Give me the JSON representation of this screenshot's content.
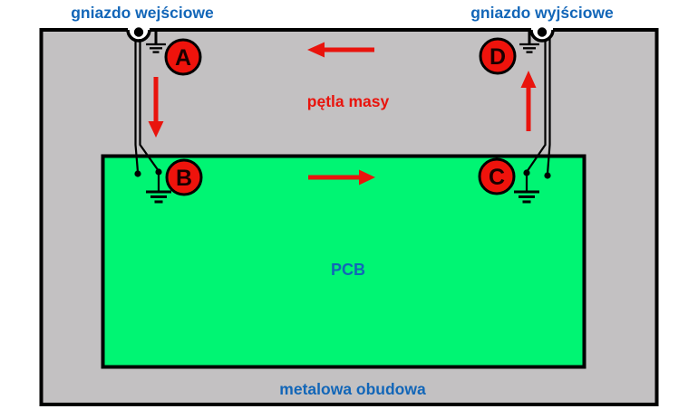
{
  "diagram": {
    "title_implicit": "ground loop in metal enclosure",
    "labels": {
      "input_socket": "gniazdo wejściowe",
      "output_socket": "gniazdo wyjściowe",
      "ground_loop": "pętla masy",
      "pcb": "PCB",
      "enclosure": "metalowa obudowa"
    },
    "nodes": [
      {
        "id": "A",
        "label": "A",
        "location": "input socket chassis ground"
      },
      {
        "id": "B",
        "label": "B",
        "location": "input side PCB ground"
      },
      {
        "id": "C",
        "label": "C",
        "location": "output side PCB ground"
      },
      {
        "id": "D",
        "label": "D",
        "location": "output socket chassis ground"
      }
    ],
    "arrows": [
      {
        "name": "top-arrow",
        "direction": "left",
        "segment": "D to A along enclosure top"
      },
      {
        "name": "input-drop-arrow",
        "direction": "down",
        "segment": "A to B"
      },
      {
        "name": "pcb-arrow",
        "direction": "right",
        "segment": "B to C along PCB"
      },
      {
        "name": "output-rise-arrow",
        "direction": "up",
        "segment": "C to D"
      }
    ],
    "icons": [
      "chassis-ground-icon (input socket)",
      "chassis-ground-icon (output socket)",
      "pcb-ground-icon (node B)",
      "pcb-ground-icon (node C)"
    ],
    "colors": {
      "enclosure_fill": "#c3c1c2",
      "pcb_fill": "#00f573",
      "red": "#e9140d",
      "node_fill": "#ef130c",
      "blue": "#1266b8",
      "outline": "#000000",
      "background": "#ffffff",
      "node_letter": "#1a0000"
    }
  }
}
